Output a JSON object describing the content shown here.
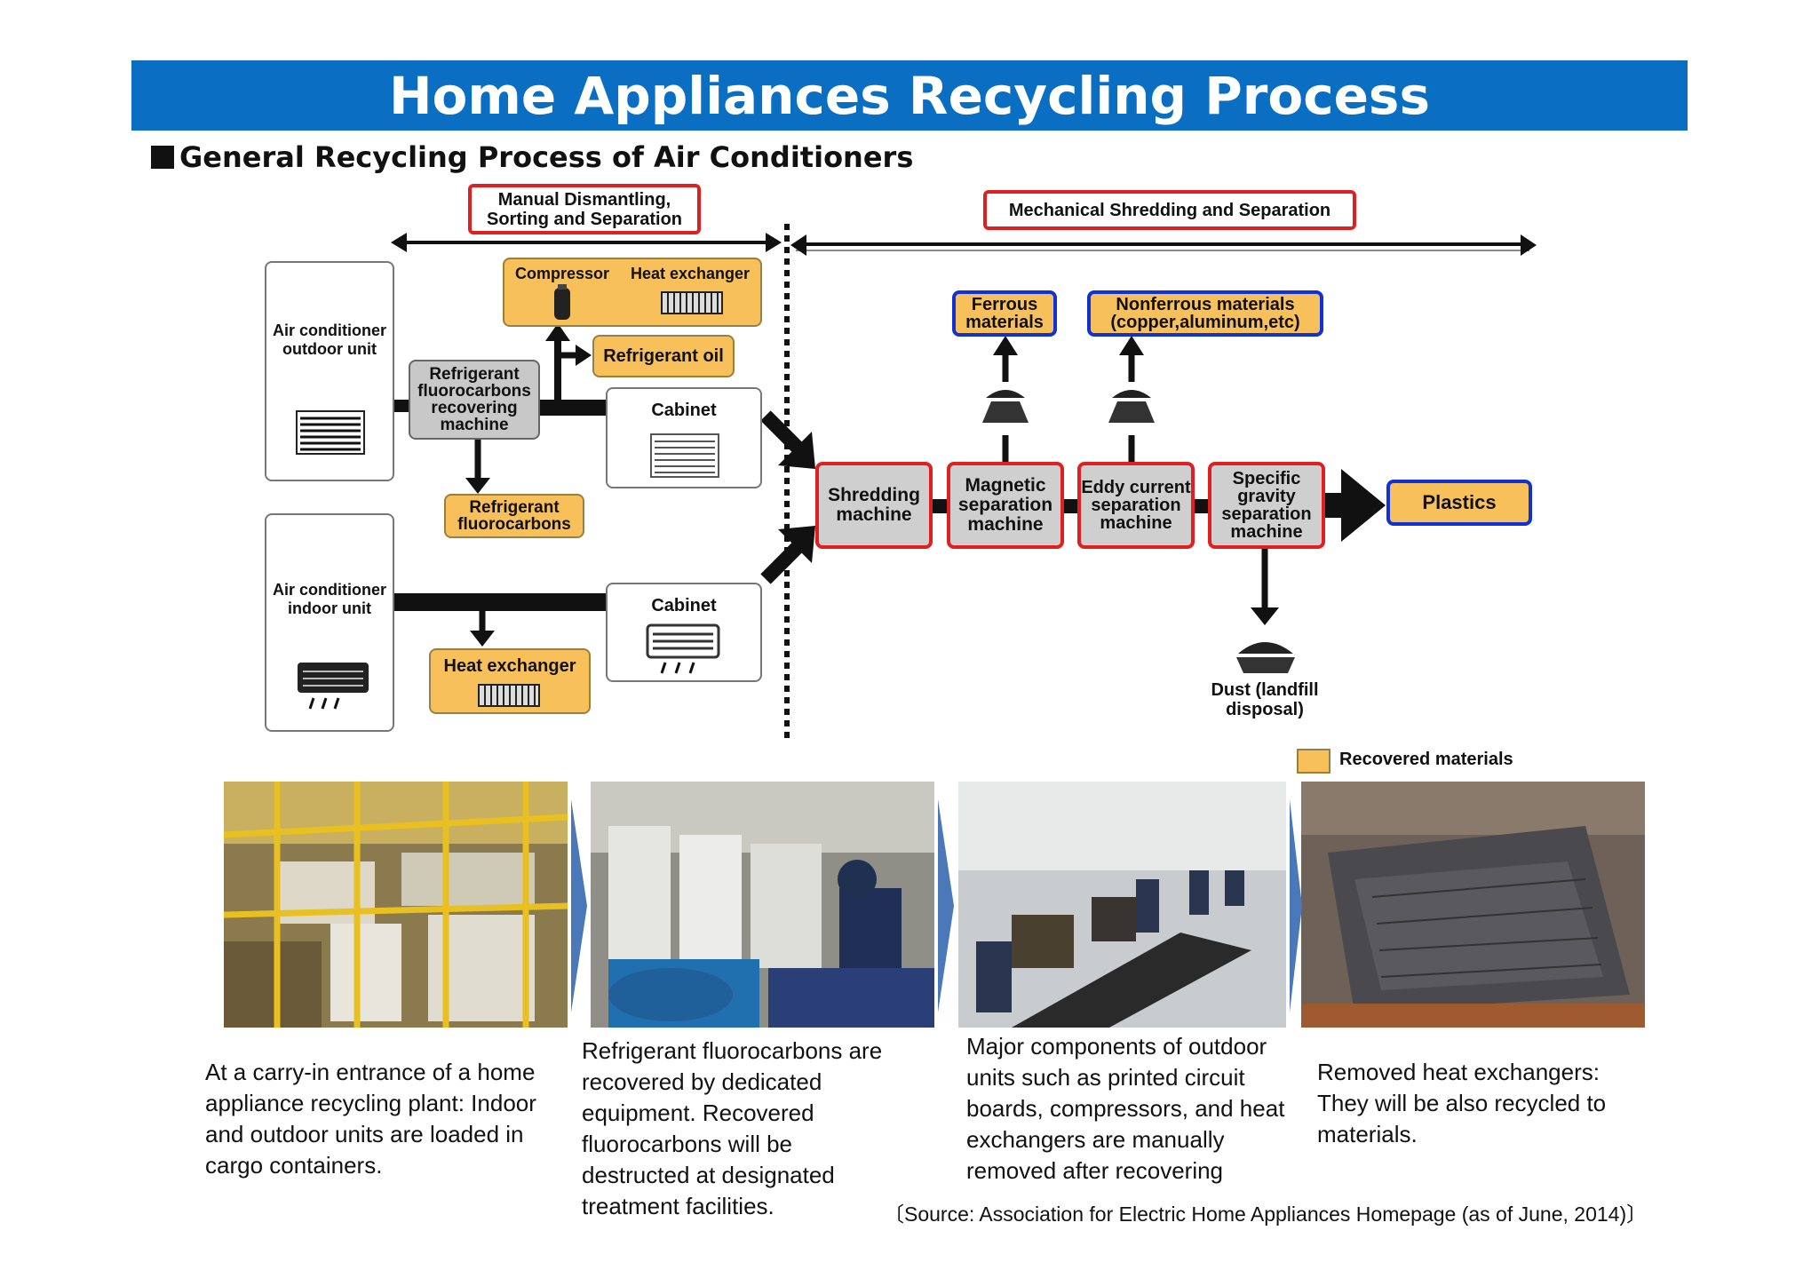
{
  "title": "Home Appliances Recycling Process",
  "subtitle": "General Recycling Process of Air Conditioners",
  "stages": {
    "manual": "Manual Dismantling, Sorting and Separation",
    "mechanical": "Mechanical Shredding and Separation"
  },
  "nodes": {
    "outdoor_unit": "Air conditioner outdoor unit",
    "indoor_unit": "Air conditioner indoor unit",
    "recovering_machine": "Refrigerant fluorocarbons recovering machine",
    "compressor": "Compressor",
    "heat_exchanger_top": "Heat exchanger",
    "refrigerant_oil": "Refrigerant oil",
    "cabinet_top": "Cabinet",
    "refrigerant_fc": "Refrigerant fluorocarbons",
    "cabinet_bottom": "Cabinet",
    "heat_exchanger_bottom": "Heat exchanger",
    "shredding": "Shredding machine",
    "magnetic": "Magnetic separation machine",
    "eddy": "Eddy current separation machine",
    "gravity": "Specific gravity separation machine",
    "plastics": "Plastics",
    "ferrous": "Ferrous materials",
    "nonferrous": "Nonferrous materials (copper,aluminum,etc)",
    "dust": "Dust (landfill disposal)"
  },
  "legend": "Recovered materials",
  "colors": {
    "title_bar": "#0a6fc2",
    "recovered": "#f8c05a",
    "machine_border": "#e02020",
    "output_border": "#1030d8"
  },
  "photos": [
    {
      "caption": "At a carry-in entrance of a home appliance recycling plant: Indoor and outdoor units are loaded in cargo containers."
    },
    {
      "caption": "Refrigerant fluorocarbons are recovered by dedicated equipment. Recovered fluorocarbons will be destructed at designated treatment facilities."
    },
    {
      "caption": "Major components of outdoor units such as printed circuit boards, compressors, and heat exchangers are manually removed after recovering"
    },
    {
      "caption": "Removed heat exchangers: They will be also recycled to materials."
    }
  ],
  "source": "〔Source: Association for Electric Home Appliances Homepage (as of June, 2014)〕"
}
